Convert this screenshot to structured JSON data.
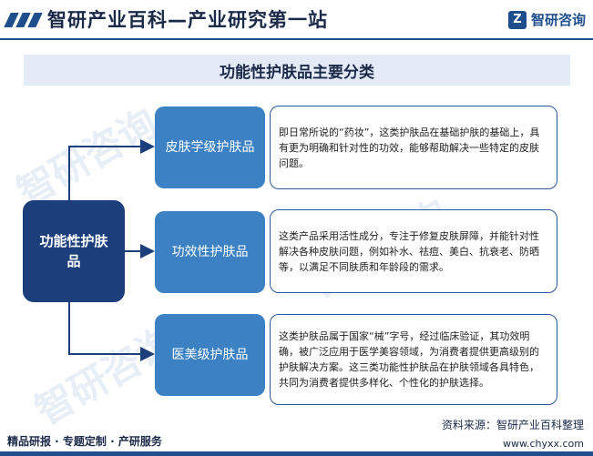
{
  "header": {
    "site_title": "智研产业百科—产业研究第一站",
    "logo_text": "智研咨询",
    "logo_icon": "zhiyan-logo-icon"
  },
  "diagram": {
    "title": "功能性护肤品主要分类",
    "root": "功能性护肤品",
    "branches": [
      {
        "label": "皮肤学级护肤品",
        "description": "即日常所说的“药妆”，这类护肤品在基础护肤的基础上，具有更为明确和针对性的功效，能够帮助解决一些特定的皮肤问题。"
      },
      {
        "label": "功效性护肤品",
        "description": "这类产品采用活性成分，专注于修复皮肤屏障，并能针对性解决各种皮肤问题，例如补水、祛痘、美白、抗衰老、防晒等，以满足不同肤质和年龄段的需求。"
      },
      {
        "label": "医美级护肤品",
        "description": "这类护肤品属于国家“械”字号，经过临床验证，其功效明确，被广泛应用于医学美容领域，为消费者提供更高级别的护肤解决方案。这三类功能性护肤品在护肤领域各具特色，共同为消费者提供多样化、个性化的护肤选择。"
      }
    ],
    "colors": {
      "root": "#1c3f7c",
      "branch": "#3c81c3",
      "border": "#2d5796",
      "title_band": "#e4ebf7"
    }
  },
  "footer": {
    "tagline": "精品研报 · 专题定制 · 产研服务",
    "source": "资料来源：智研产业百科整理",
    "url": "www.chyxx.com"
  }
}
